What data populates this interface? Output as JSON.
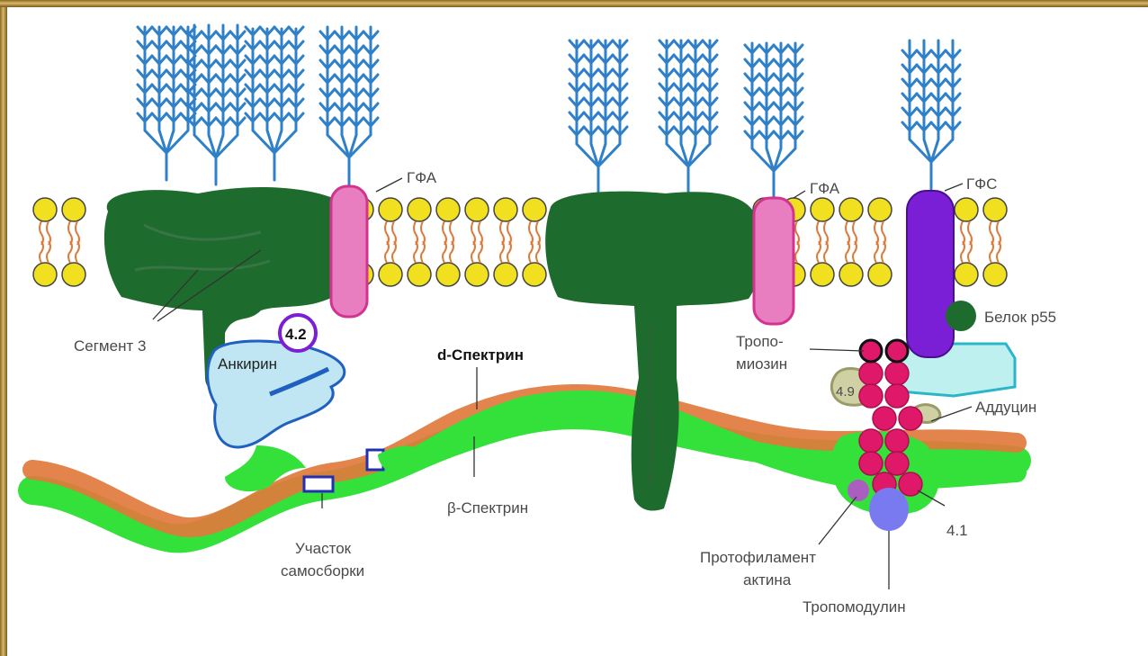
{
  "labels": {
    "gfa_left": "ГФА",
    "gfa_right": "ГФА",
    "gfs": "ГФС",
    "segment3": "Сегмент 3",
    "band42": "4.2",
    "ankyrin": "Анкирин",
    "alpha_spectrin": "d-Спектрин",
    "beta_spectrin": "β-Спектрин",
    "selfassembly_line1": "Участок",
    "selfassembly_line2": "самосборки",
    "tropomyosin_line1": "Тропо-",
    "tropomyosin_line2": "миозин",
    "p55": "Белок р55",
    "band49": "4.9",
    "adducin": "Аддуцин",
    "band41": "4.1",
    "actin_line1": "Протофиламент",
    "actin_line2": "актина",
    "tropomodulin": "Тропомодулин"
  },
  "colors": {
    "glycan": "#2f80c8",
    "band3": "#1e6b2e",
    "gfa": "#e87ec0",
    "gfs": "#7a1fd6",
    "ankyrin": "#bfe6f2",
    "alpha_spectrin": "#e07a3c",
    "beta_spectrin": "#34e03a",
    "lipid_head": "#f0e020",
    "actin_bead": "#e0186a",
    "tropomodulin": "#7a7af0"
  }
}
